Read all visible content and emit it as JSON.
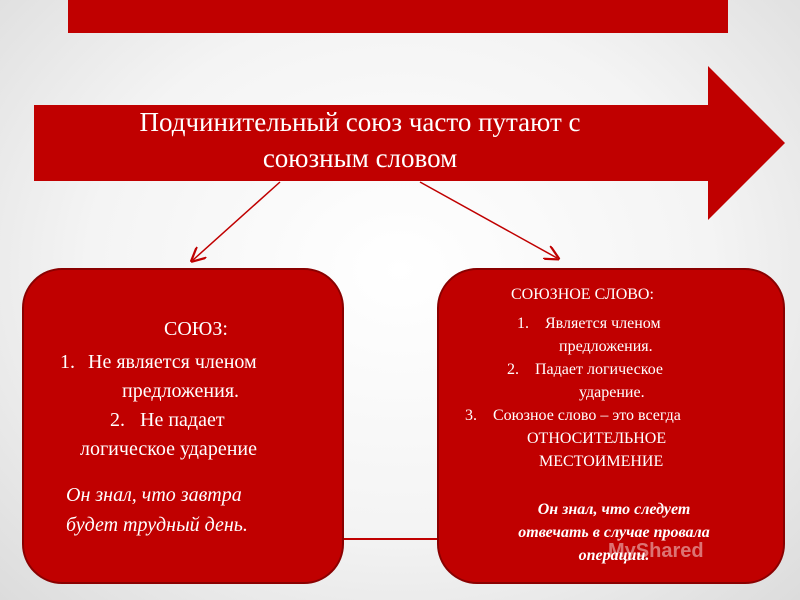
{
  "banner": {
    "line1": "Подчинительный союз часто путают с",
    "line2": "союзным словом"
  },
  "left_box": {
    "title": "СОЮЗ:",
    "items": [
      {
        "num": "1.",
        "line1": "Не является членом",
        "line2": "предложения."
      },
      {
        "num": "2.",
        "line1": "Не падает",
        "line2": "логическое ударение"
      }
    ],
    "example_line1": "Он знал, что завтра",
    "example_line2": "будет трудный день."
  },
  "right_box": {
    "title": "СОЮЗНОЕ СЛОВО:",
    "items": [
      {
        "num": "1.",
        "line1": "Является членом",
        "line2": "предложения."
      },
      {
        "num": "2.",
        "line1": "Падает логическое",
        "line2": "ударение."
      },
      {
        "num": "3.",
        "line1": "Союзное слово – это всегда",
        "line2": "ОТНОСИТЕЛЬНОЕ",
        "line3": "МЕСТОИМЕНИЕ"
      }
    ],
    "example_line1": "Он знал, что следует",
    "example_line2": "отвечать в случае провала",
    "example_line3": "операции."
  },
  "watermark": "MyShared",
  "colors": {
    "accent": "#c00000",
    "text_on_accent": "#ffffff",
    "arrow_lines": "#c00000"
  }
}
